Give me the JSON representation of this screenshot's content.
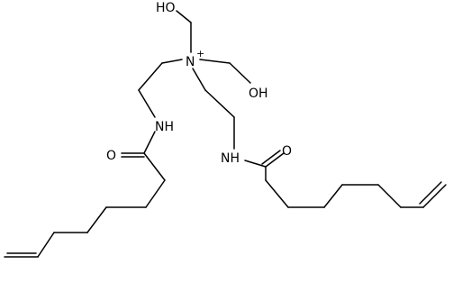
{
  "molecule": {
    "atoms": [
      {
        "id": "n_plus",
        "text": "N",
        "charge": "+"
      },
      {
        "id": "oh_top",
        "text": "HO"
      },
      {
        "id": "oh_right",
        "text": "OH"
      },
      {
        "id": "nh_left",
        "text": "NH"
      },
      {
        "id": "nh_right",
        "text": "NH"
      },
      {
        "id": "o_left",
        "text": "O"
      },
      {
        "id": "o_right",
        "text": "O"
      }
    ]
  },
  "colors": {
    "bond": "#000000",
    "background": "#ffffff"
  }
}
